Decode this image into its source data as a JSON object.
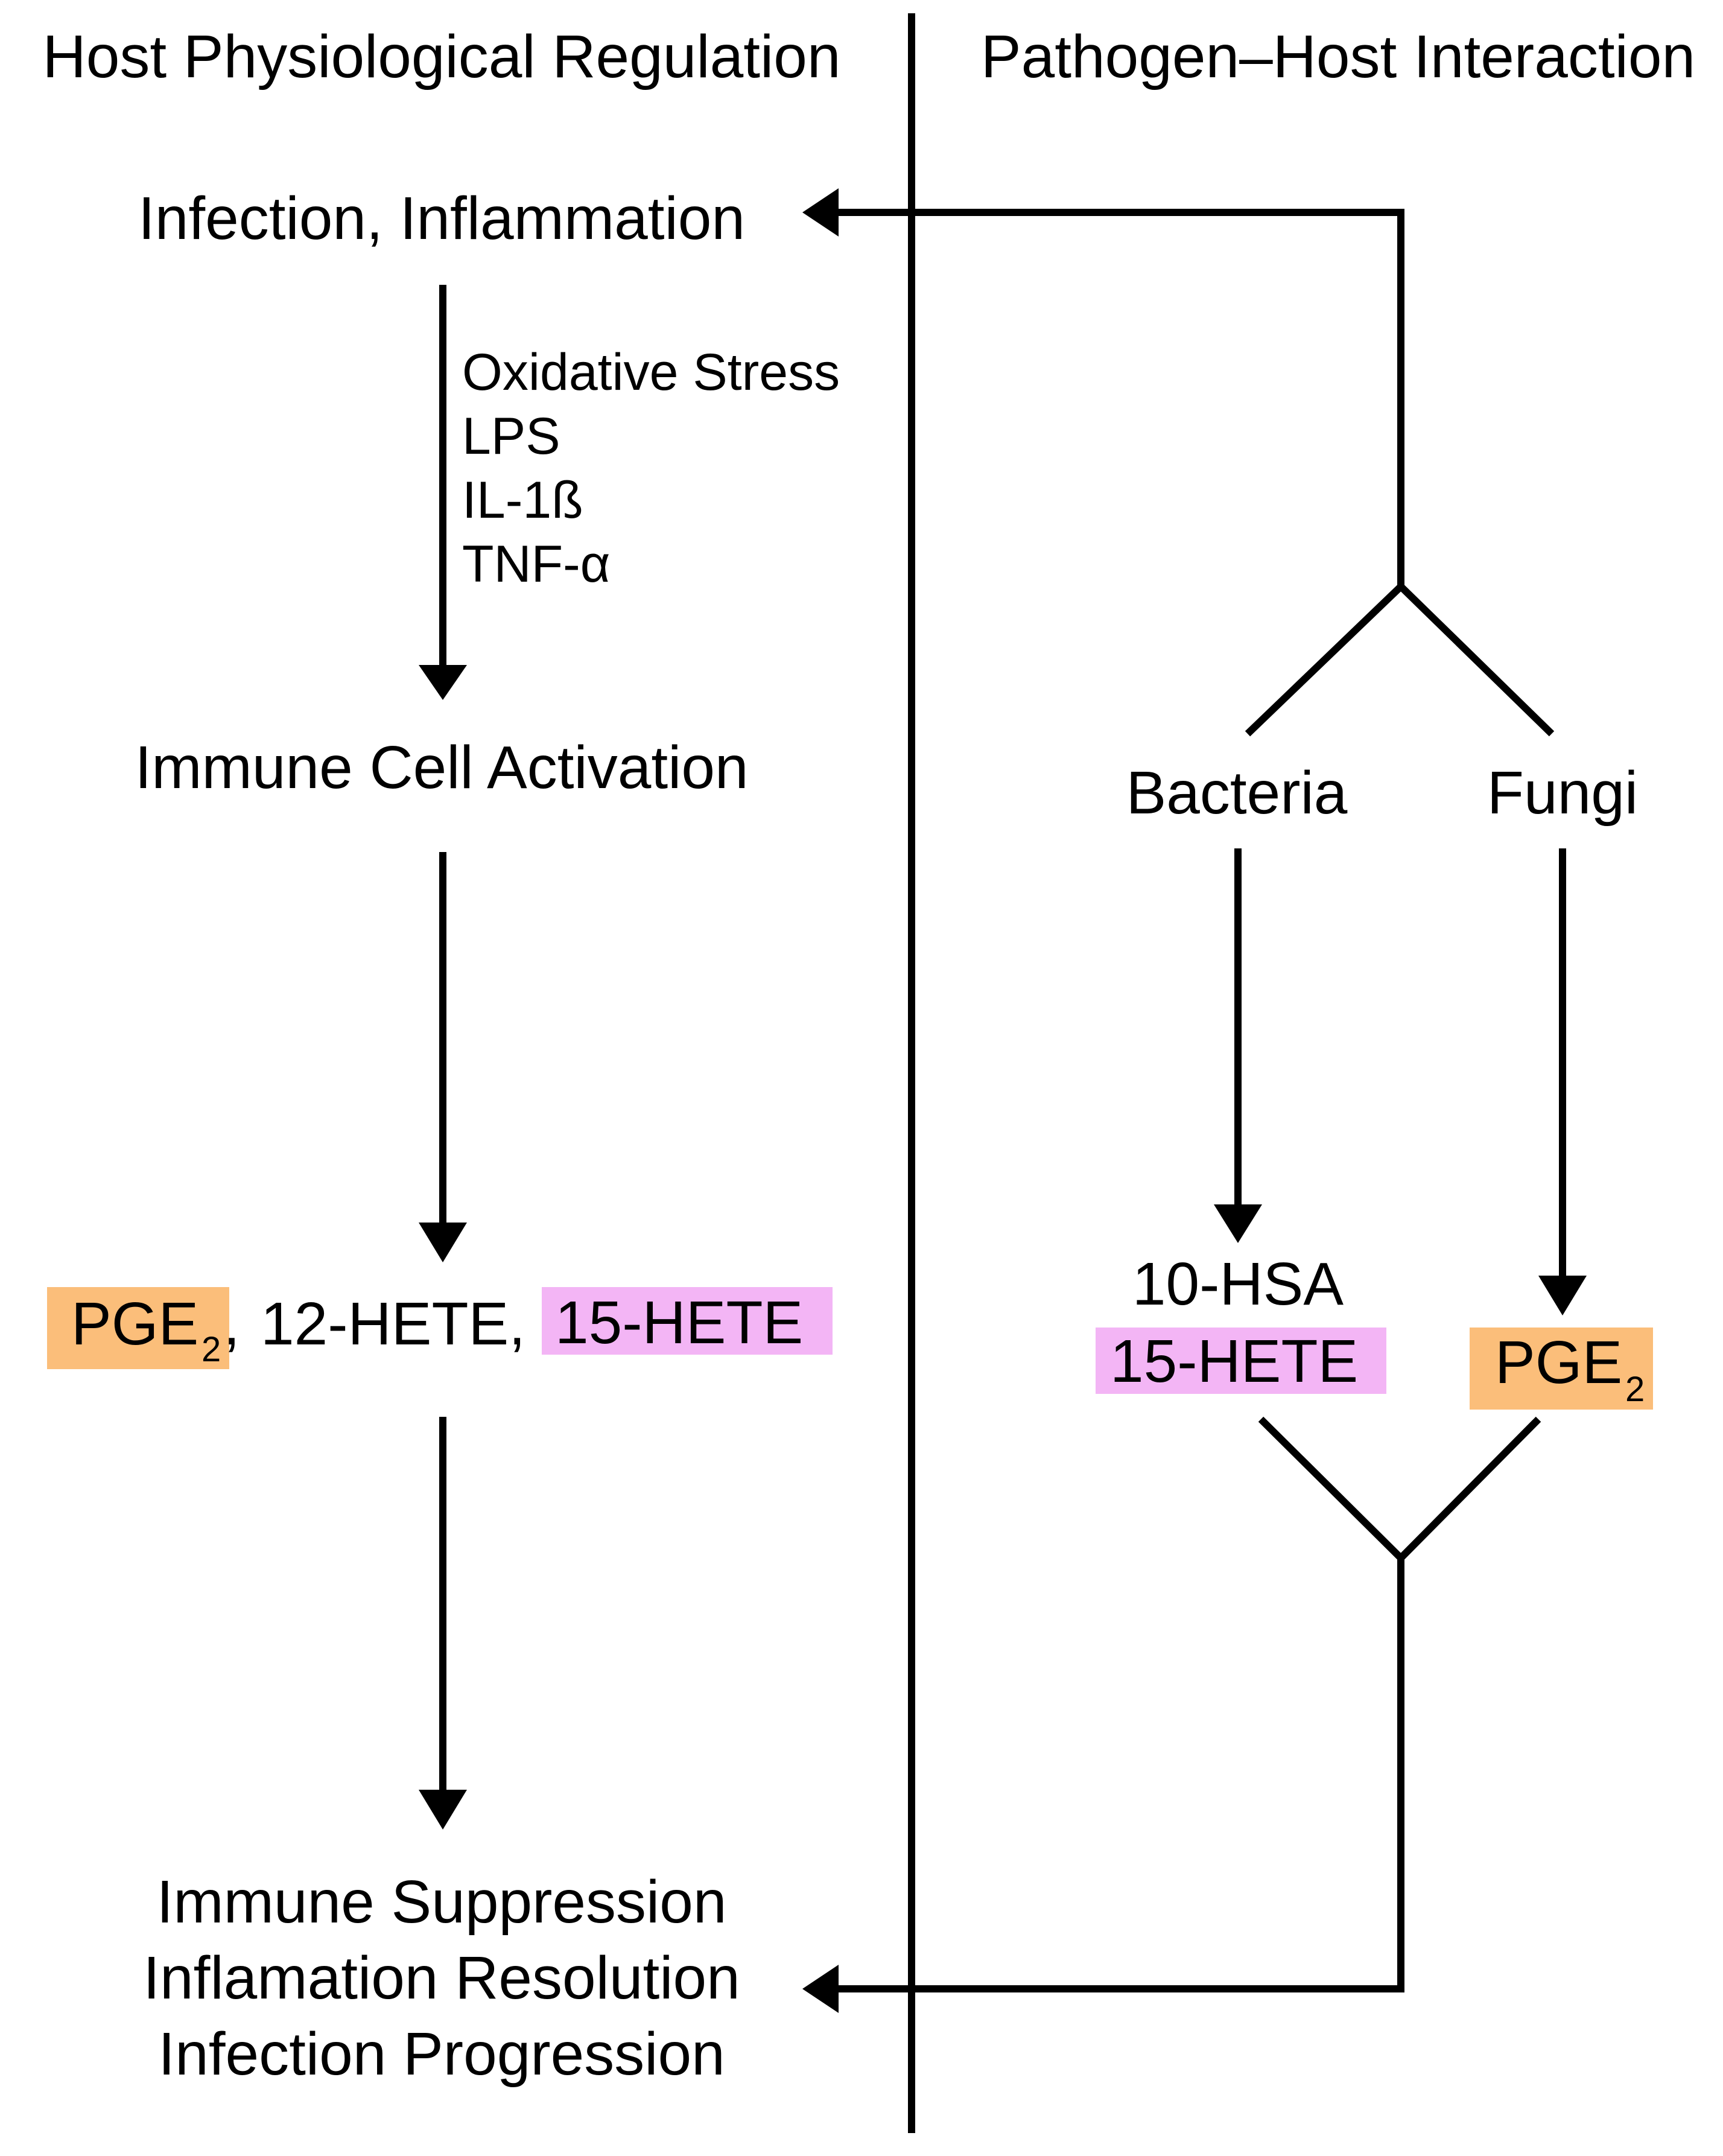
{
  "headers": {
    "left": "Host Physiological Regulation",
    "right": "Pathogen–Host Interaction"
  },
  "host": {
    "infection": "Infection, Inflammation",
    "stimuli": [
      "Oxidative Stress",
      "LPS",
      "IL-1ß",
      "TNF-α"
    ],
    "activation": "Immune Cell Activation",
    "mediators": {
      "pge_main": "PGE",
      "pge_sub": "2",
      "comma1": ",",
      "hete12": "12-HETE,",
      "hete15": "15-HETE"
    },
    "outcomes": [
      "Immune Suppression",
      "Inflamation Resolution",
      "Infection Progression"
    ]
  },
  "pathogen": {
    "bacteria": "Bacteria",
    "fungi": "Fungi",
    "bacteria_products": {
      "hsa": "10-HSA",
      "hete15": "15-HETE"
    },
    "fungi_products": {
      "pge_main": "PGE",
      "pge_sub": "2"
    }
  },
  "colors": {
    "pge_highlight": "#fbbe7a",
    "hete_highlight": "#f3b5f5",
    "line": "#000000"
  }
}
